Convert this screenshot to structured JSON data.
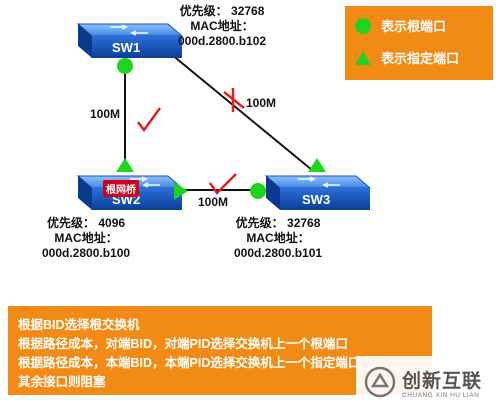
{
  "legend": {
    "root_port_label": "表示根端口",
    "designated_port_label": "表示指定端口"
  },
  "switches": {
    "sw1": {
      "name": "SW1",
      "priority_label": "优先级：",
      "priority": "32768",
      "mac_label": "MAC地址：",
      "mac": "000d.2800.b102"
    },
    "sw2": {
      "name": "SW2",
      "priority_label": "优先级：",
      "priority": "4096",
      "mac_label": "MAC地址：",
      "mac": "000d.2800.b100",
      "root_tag": "根网桥"
    },
    "sw3": {
      "name": "SW3",
      "priority_label": "优先级：",
      "priority": "32768",
      "mac_label": "MAC地址：",
      "mac": "000d.2800.b101"
    }
  },
  "links": {
    "sw1_sw2": "100M",
    "sw1_sw3": "100M",
    "sw2_sw3": "100M"
  },
  "notes": [
    "根据BID选择根交换机",
    "根据路径成本，对端BID，对端PID选择交换机上一个根端口",
    "根据路径成本，本端BID，本端PID选择交换机上一个指定端口",
    "其余接口则阻塞"
  ],
  "watermark": {
    "name": "创新互联",
    "subtitle": "CHUANG XIN HU LIAN"
  },
  "colors": {
    "accent": "#f28b16",
    "port_marker": "#1fd31f",
    "blocked_mark": "#e02020",
    "switch_blue": "#1e5fc4"
  }
}
